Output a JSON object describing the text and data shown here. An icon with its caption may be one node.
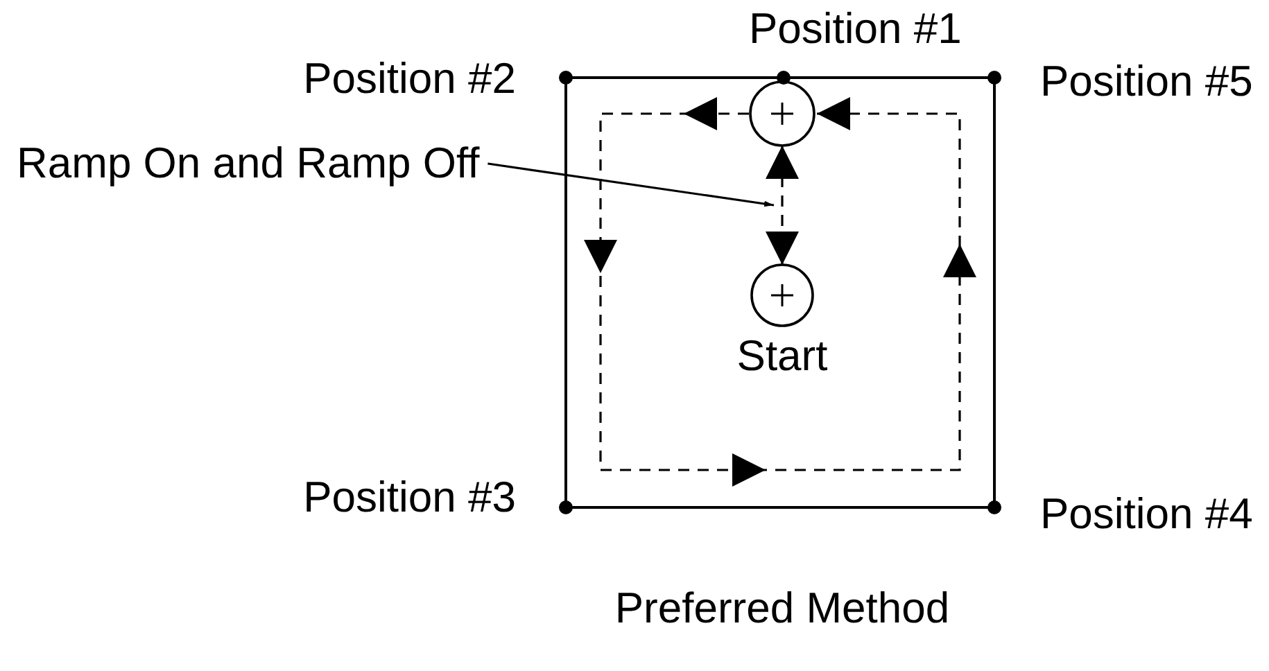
{
  "diagram": {
    "caption": "Preferred Method",
    "nodes": [
      {
        "text": [],
        "shape": "circle"
      },
      {
        "text": [],
        "shape": "circle",
        "beside": [
          "Start"
        ]
      },
      {
        "text": [
          "Ramp On and Ramp Off"
        ]
      }
    ],
    "edges": [
      {
        "from": 2,
        "to": null,
        "arrow": "to"
      },
      {
        "from": 1,
        "to": 0,
        "arrow": "both",
        "style": "dashed"
      },
      {
        "from": 0,
        "to": 0,
        "arrow": "to",
        "style": "dashed"
      }
    ],
    "labels": [
      "Position #1",
      "Position #2",
      "Position #5",
      "Position #3",
      "Position #4"
    ]
  }
}
